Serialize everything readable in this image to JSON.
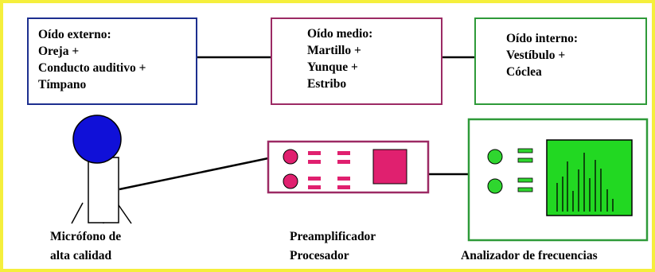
{
  "colors": {
    "frame": "#f5ef3c",
    "ear_external": "#1d2f8f",
    "ear_middle": "#9c2a64",
    "ear_internal": "#2e9a39",
    "microphone": "#1010d8",
    "preamp_controls": "#e0206f",
    "analyzer_controls": "#2fd62f",
    "analyzer_screen": "#22d822"
  },
  "ear": {
    "external": {
      "lines": [
        "Oído externo:",
        "Oreja  +",
        "Conducto auditivo  +",
        "Tímpano"
      ]
    },
    "middle": {
      "lines": [
        "Oído medio:",
        "Martillo  +",
        "Yunque  +",
        "Estribo"
      ]
    },
    "internal": {
      "lines": [
        "Oído interno:",
        "Vestíbulo  +",
        "Cóclea"
      ]
    }
  },
  "equipment": {
    "microphone": {
      "label_lines": [
        "Micrófono de",
        "alta calidad"
      ],
      "icon": "microphone-icon"
    },
    "preamplifier": {
      "label_lines": [
        "Preamplificador",
        "Procesador"
      ],
      "icon": "preamplifier-icon"
    },
    "analyzer": {
      "label": "Analizador de frecuencias",
      "icon": "spectrum-analyzer-icon"
    }
  }
}
